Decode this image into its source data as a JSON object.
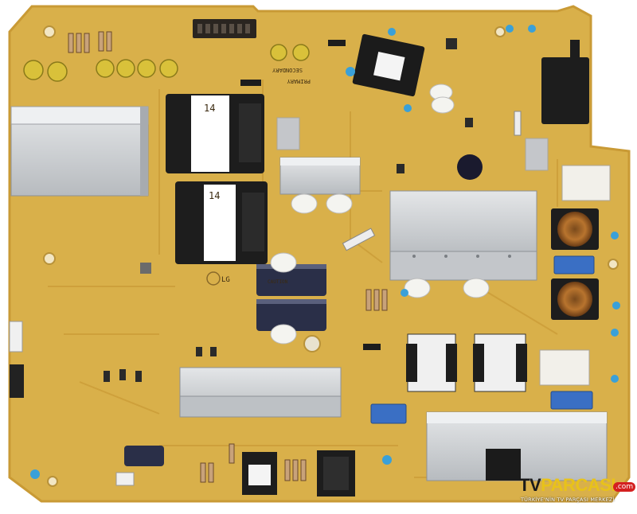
{
  "watermark": {
    "brand_tv": "TV",
    "brand_parca": "PARCASI",
    "brand_suffix": ".com",
    "tagline": "TÜRKİYE'NİN TV PARÇASI MERKEZİ"
  },
  "board": {
    "label_secondary": "SECONDARY",
    "label_primary": "PRIMARY",
    "transformer_label_1": "14",
    "transformer_label_2": "14",
    "logo": "LG"
  },
  "colors": {
    "board": "#d9b04a",
    "board_edge": "#c99a35",
    "heatsink": "#c9ccd0",
    "capacitor": "#2a2f48",
    "transformer_core": "#1d1d1d"
  }
}
